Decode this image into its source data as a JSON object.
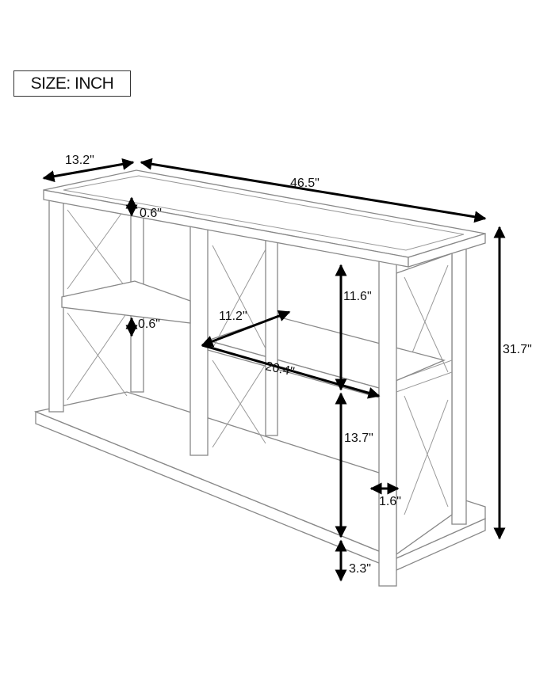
{
  "size_label": "SIZE: INCH",
  "dimensions": {
    "depth": "13.2\"",
    "width": "46.5\"",
    "top_thickness": "0.6\"",
    "shelf_thickness": "0.6\"",
    "upper_clearance": "11.6\"",
    "shelf_depth": "11.2\"",
    "shelf_width": "20.4\"",
    "total_height": "31.7\"",
    "lower_clearance": "13.7\"",
    "leg_width": "1.6\"",
    "base_height": "3.3\""
  }
}
